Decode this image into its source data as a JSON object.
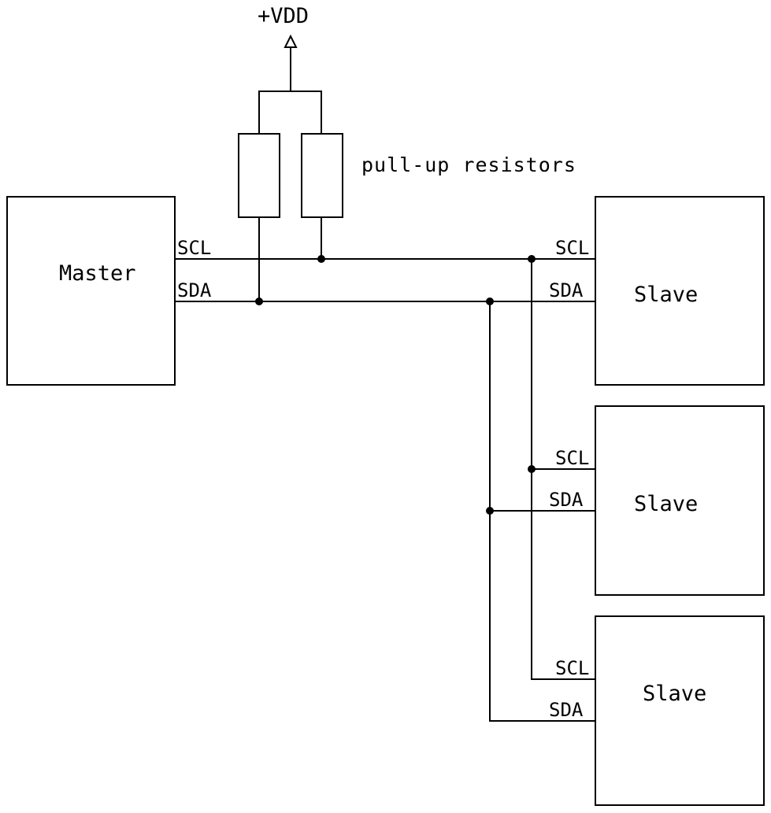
{
  "colors": {
    "ink": "#000000",
    "background": "#ffffff"
  },
  "supply": {
    "label": "+VDD",
    "symbol": "arrow-up-icon"
  },
  "resistors": {
    "label": "pull-up resistors"
  },
  "master": {
    "label": "Master",
    "scl": "SCL",
    "sda": "SDA"
  },
  "slaves": [
    {
      "label": "Slave",
      "scl": "SCL",
      "sda": "SDA"
    },
    {
      "label": "Slave",
      "scl": "SCL",
      "sda": "SDA"
    },
    {
      "label": "Slave",
      "scl": "SCL",
      "sda": "SDA"
    }
  ]
}
